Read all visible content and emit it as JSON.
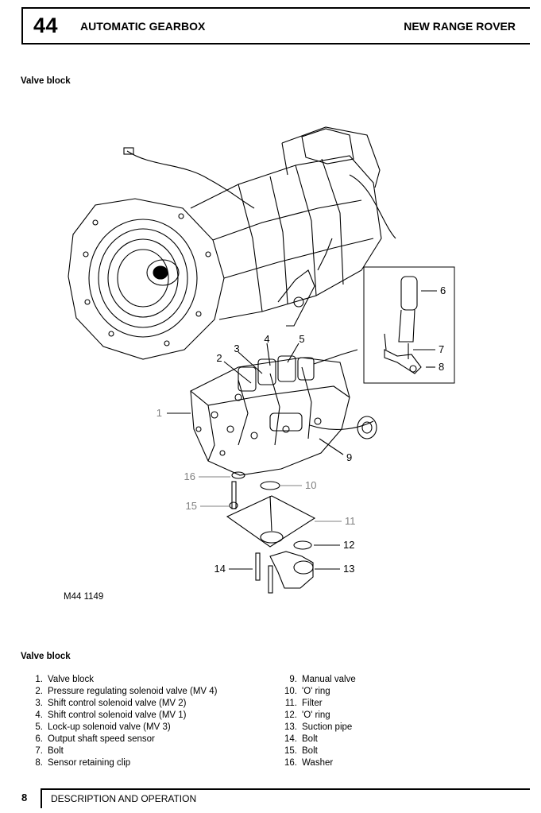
{
  "header": {
    "chapter": "44",
    "title": "AUTOMATIC GEARBOX",
    "vehicle": "NEW RANGE ROVER"
  },
  "section": {
    "heading_top": "Valve block",
    "figure_ref": "M44 1149",
    "heading_bottom": "Valve block"
  },
  "callouts": [
    "1",
    "2",
    "3",
    "4",
    "5",
    "6",
    "7",
    "8",
    "9",
    "10",
    "11",
    "12",
    "13",
    "14",
    "15",
    "16"
  ],
  "legend": {
    "left": [
      {
        "num": "1.",
        "text": "Valve block"
      },
      {
        "num": "2.",
        "text": "Pressure regulating solenoid valve (MV 4)"
      },
      {
        "num": "3.",
        "text": "Shift control solenoid valve (MV 2)"
      },
      {
        "num": "4.",
        "text": "Shift control solenoid valve (MV 1)"
      },
      {
        "num": "5.",
        "text": "Lock-up solenoid valve (MV 3)"
      },
      {
        "num": "6.",
        "text": "Output shaft speed sensor"
      },
      {
        "num": "7.",
        "text": "Bolt"
      },
      {
        "num": "8.",
        "text": "Sensor retaining clip"
      }
    ],
    "right": [
      {
        "num": "9.",
        "text": "Manual valve"
      },
      {
        "num": "10.",
        "text": "'O' ring"
      },
      {
        "num": "11.",
        "text": "Filter"
      },
      {
        "num": "12.",
        "text": "'O' ring"
      },
      {
        "num": "13.",
        "text": "Suction pipe"
      },
      {
        "num": "14.",
        "text": "Bolt"
      },
      {
        "num": "15.",
        "text": "Bolt"
      },
      {
        "num": "16.",
        "text": "Washer"
      }
    ]
  },
  "footer": {
    "page": "8",
    "text": "DESCRIPTION AND OPERATION"
  }
}
